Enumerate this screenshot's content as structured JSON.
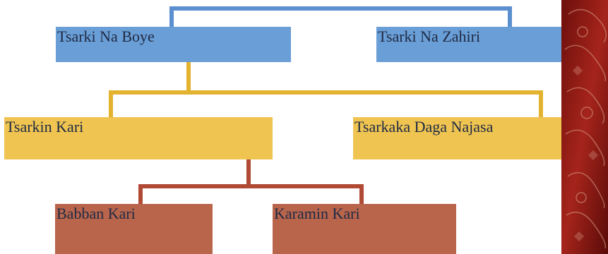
{
  "diagram": {
    "level1": [
      {
        "label": "Tsarki Na Boye"
      },
      {
        "label": "Tsarki Na Zahiri"
      }
    ],
    "level2": [
      {
        "label": "Tsarkin Kari"
      },
      {
        "label": "Tsarkaka Daga Najasa"
      }
    ],
    "level3": [
      {
        "label": "Babban Kari"
      },
      {
        "label": "Karamin Kari"
      }
    ]
  },
  "colors": {
    "blue_box": "#6a9ed6",
    "blue_line": "#5b8fd0",
    "yellow_box": "#efc451",
    "yellow_line": "#e3b22f",
    "rust_box": "#b8654c",
    "rust_line": "#b04a34",
    "decoration": "#8e1c16"
  }
}
